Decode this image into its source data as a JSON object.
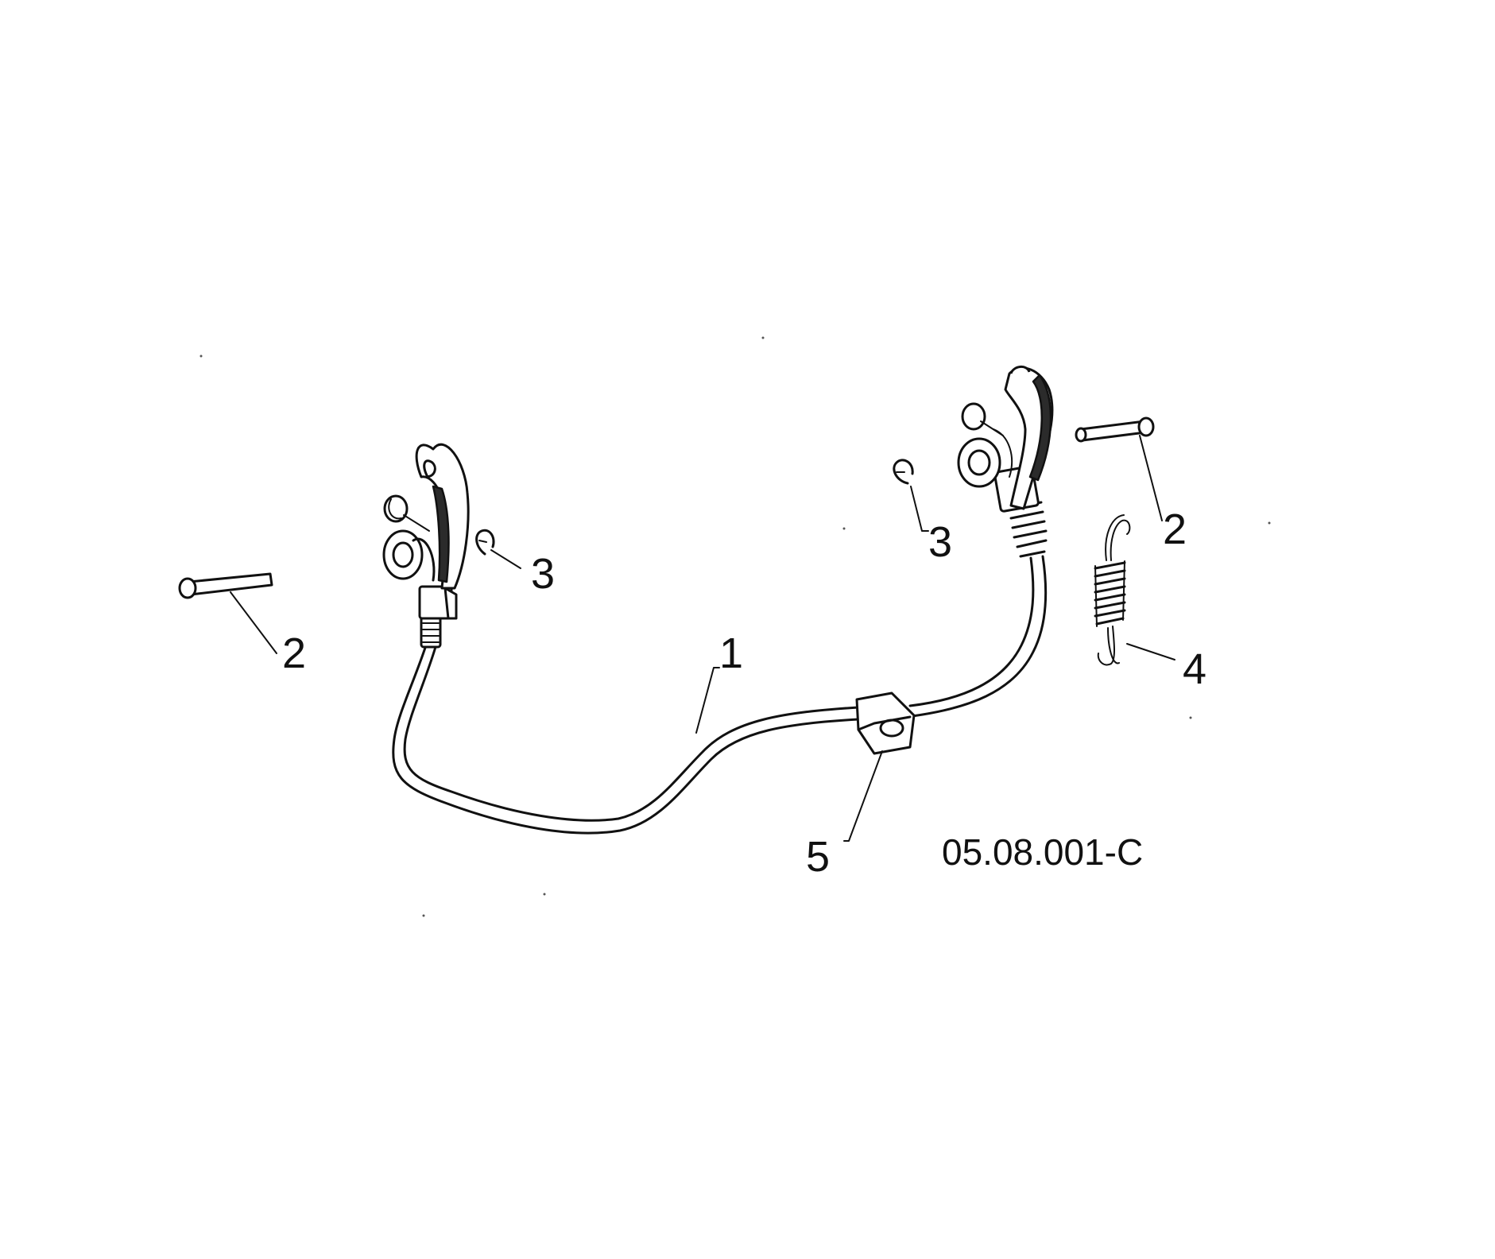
{
  "diagram": {
    "reference_code": "05.08.001-C",
    "callouts": [
      {
        "id": "c1",
        "text": "1"
      },
      {
        "id": "c2a",
        "text": "2"
      },
      {
        "id": "c2b",
        "text": "2"
      },
      {
        "id": "c3a",
        "text": "3"
      },
      {
        "id": "c3b",
        "text": "3"
      },
      {
        "id": "c4",
        "text": "4"
      },
      {
        "id": "c5",
        "text": "5"
      }
    ],
    "colors": {
      "line": "#111111",
      "background": "#ffffff"
    }
  }
}
